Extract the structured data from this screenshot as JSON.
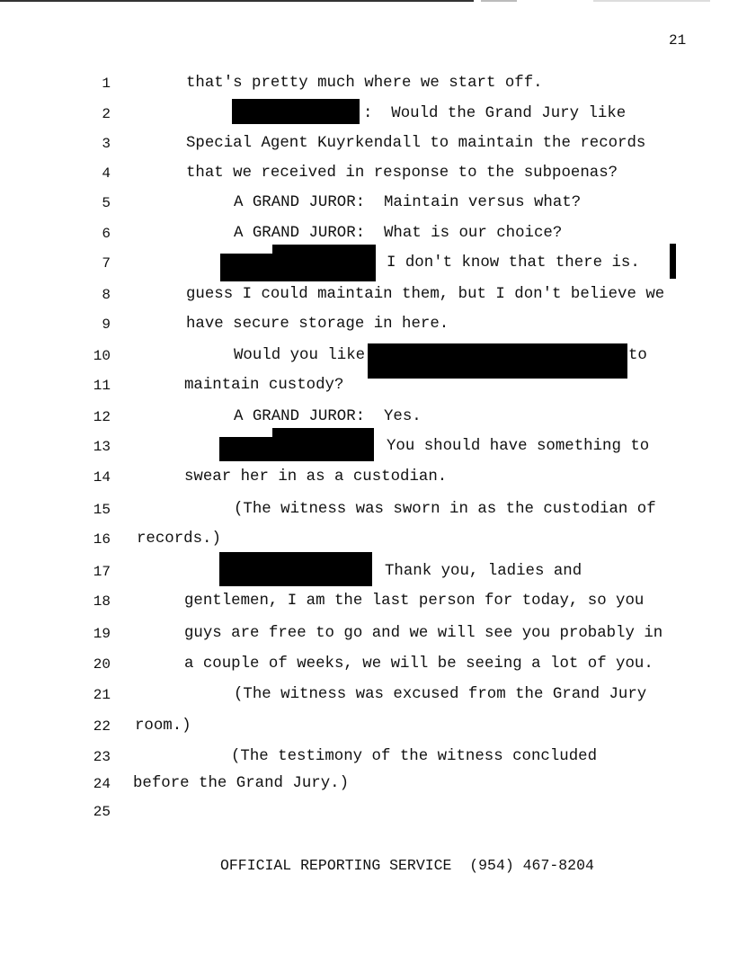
{
  "page_number": "21",
  "lines": [
    {
      "num": "1",
      "text": "that's pretty much where we start off."
    },
    {
      "num": "2",
      "text": ":  Would the Grand Jury like"
    },
    {
      "num": "3",
      "text": "Special Agent Kuyrkendall to maintain the records"
    },
    {
      "num": "4",
      "text": "that we received in response to the subpoenas?"
    },
    {
      "num": "5",
      "text": "A GRAND JUROR:  Maintain versus what?"
    },
    {
      "num": "6",
      "text": "A GRAND JUROR:  What is our choice?"
    },
    {
      "num": "7",
      "text": "I don't know that there is."
    },
    {
      "num": "8",
      "text": "guess I could maintain them, but I don't believe we"
    },
    {
      "num": "9",
      "text": "have secure storage in here."
    },
    {
      "num": "10",
      "text": "Would you like",
      "text_after": "to"
    },
    {
      "num": "11",
      "text": "maintain custody?"
    },
    {
      "num": "12",
      "text": "A GRAND JUROR:  Yes."
    },
    {
      "num": "13",
      "text": "You should have something to"
    },
    {
      "num": "14",
      "text": "swear her in as a custodian."
    },
    {
      "num": "15",
      "text": "(The witness was sworn in as the custodian of"
    },
    {
      "num": "16",
      "text": "records.)"
    },
    {
      "num": "17",
      "text": "Thank you, ladies and"
    },
    {
      "num": "18",
      "text": "gentlemen, I am the last person for today, so you"
    },
    {
      "num": "19",
      "text": "guys are free to go and we will see you probably in"
    },
    {
      "num": "20",
      "text": "a couple of weeks, we will be seeing a lot of you."
    },
    {
      "num": "21",
      "text": "(The witness was excused from the Grand Jury"
    },
    {
      "num": "22",
      "text": "room.)"
    },
    {
      "num": "23",
      "text": "(The testimony of the witness concluded"
    },
    {
      "num": "24",
      "text": "before the Grand Jury.)"
    },
    {
      "num": "25",
      "text": ""
    }
  ],
  "footer": "OFFICIAL REPORTING SERVICE  (954) 467-8204"
}
